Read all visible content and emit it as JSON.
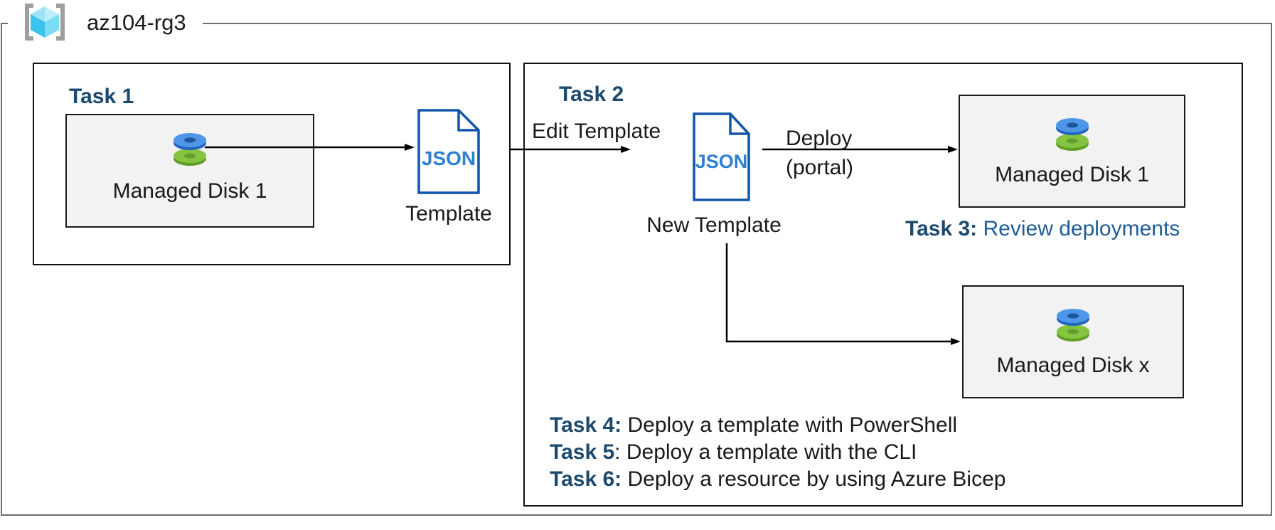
{
  "resource_group": {
    "name": "az104-rg3",
    "icon": "resource-group-icon"
  },
  "task1": {
    "title": "Task 1",
    "disk_box": {
      "label": "Managed Disk 1"
    },
    "arrow_to_template": "",
    "template": {
      "file_text": "JSON",
      "caption": "Template"
    }
  },
  "task2": {
    "title": "Task 2",
    "edit_arrow_label": "Edit Template",
    "new_template": {
      "file_text": "JSON",
      "caption": "New Template"
    },
    "deploy_label_line1": "Deploy",
    "deploy_label_line2": "(portal)",
    "disk_box_1": {
      "label": "Managed Disk 1"
    },
    "disk_box_x": {
      "label": "Managed Disk x"
    },
    "task3": {
      "label": "Task 3:",
      "text": " Review deployments"
    },
    "tasks": [
      {
        "label": "Task 4:",
        "text": " Deploy a template with PowerShell"
      },
      {
        "label": "Task 5",
        "text": ": Deploy a template with the CLI"
      },
      {
        "label": "Task 6:",
        "text": " Deploy a resource by using Azure Bicep"
      }
    ]
  },
  "colors": {
    "task_header_navy": "#1c4a6e",
    "task3_text_blue": "#1f5c97",
    "json_icon_outline": "#1155a8",
    "json_icon_text": "#2e7fd4",
    "disk_box_fill": "#f2f2f2",
    "box_border_black": "#111111",
    "outer_border_gray": "#6e6e6e",
    "bottom_bar_black": "#000000",
    "disk_blue_top": "#4e97e8",
    "disk_blue_side": "#2264be",
    "disk_green_top": "#85c441",
    "disk_green_side": "#5e9e24",
    "cube_cyan_left": "#38c4eb",
    "cube_cyan_right": "#7bdcf5",
    "cube_cyan_top": "#bdeffa",
    "bracket_gray": "#9e9e9e"
  }
}
